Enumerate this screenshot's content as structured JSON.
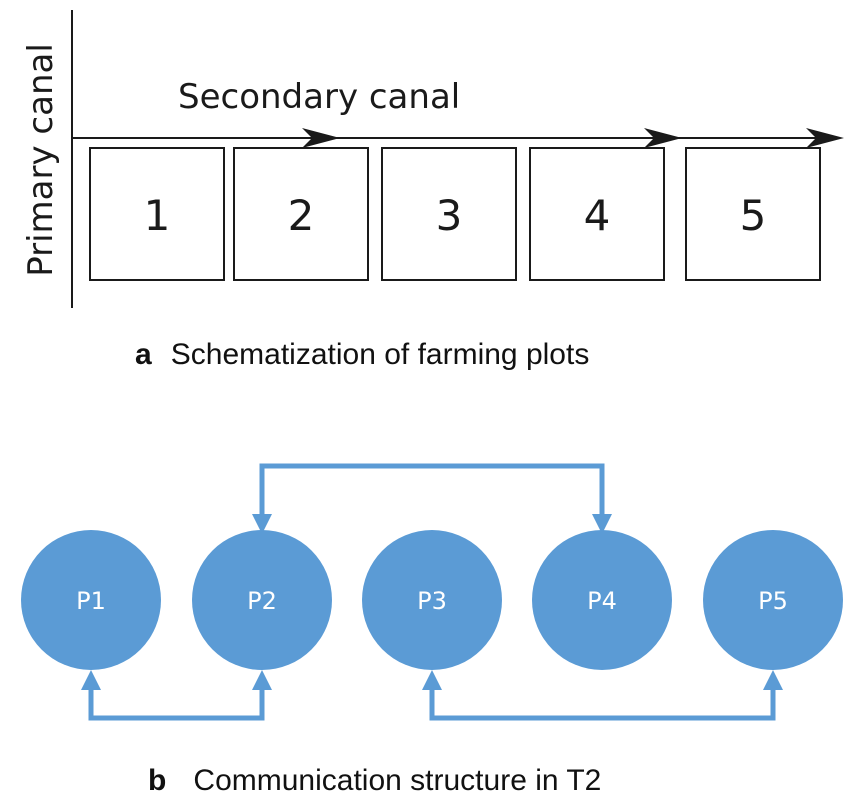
{
  "panel_a": {
    "axis_label": "Primary canal",
    "flow_label": "Secondary canal",
    "plots": [
      "1",
      "2",
      "3",
      "4",
      "5"
    ],
    "caption_letter": "a",
    "caption_text": "Schematization of farming plots"
  },
  "panel_b": {
    "nodes": [
      "P1",
      "P2",
      "P3",
      "P4",
      "P5"
    ],
    "links": [
      {
        "from": "P2",
        "to": "P4",
        "side": "top"
      },
      {
        "from": "P1",
        "to": "P2",
        "side": "bottom"
      },
      {
        "from": "P3",
        "to": "P5",
        "side": "bottom"
      }
    ],
    "caption_letter": "b",
    "caption_text": "Communication structure in T2"
  },
  "colors": {
    "node": "#5b9bd5",
    "link": "#5b9bd5",
    "line": "#1a1a1a"
  }
}
